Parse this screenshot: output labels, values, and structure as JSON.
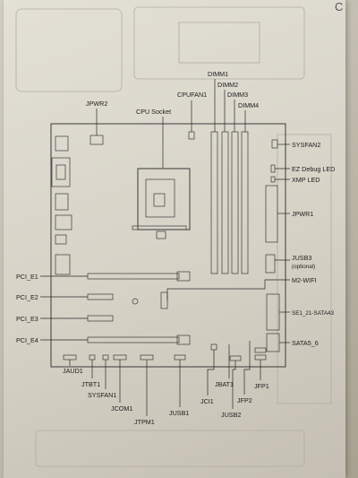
{
  "page_corner": "C",
  "labels": {
    "dimm1": "DIMM1",
    "dimm2": "DIMM2",
    "dimm3": "DIMM3",
    "dimm4": "DIMM4",
    "jpwr2": "JPWR2",
    "cpufan1": "CPUFAN1",
    "cpu_socket": "CPU Socket",
    "sysfan2": "SYSFAN2",
    "ez_debug_led": "EZ Debug LED",
    "xmp_led": "XMP LED",
    "jpwr1": "JPWR1",
    "jusb3": "JUSB3",
    "jusb3_note": "(optional)",
    "m2_wifi": "M2-WIFI",
    "sata_1_4": "SE1_21-SATA43",
    "sata_5_6": "SATA5_6",
    "pci_e1": "PCI_E1",
    "pci_e2": "PCI_E2",
    "pci_e3": "PCI_E3",
    "pci_e4": "PCI_E4",
    "jaud1": "JAUD1",
    "jtbt1": "JTBT1",
    "sysfan1": "SYSFAN1",
    "jcom1": "JCOM1",
    "jtpm1": "JTPM1",
    "jusb1": "JUSB1",
    "jci1": "JCI1",
    "jbat1": "JBAT1",
    "jusb2": "JUSB2",
    "jfp2": "JFP2",
    "jfp1": "JFP1"
  },
  "colors": {
    "ink": "#2a2a2a",
    "paper": "#dedbd0"
  }
}
